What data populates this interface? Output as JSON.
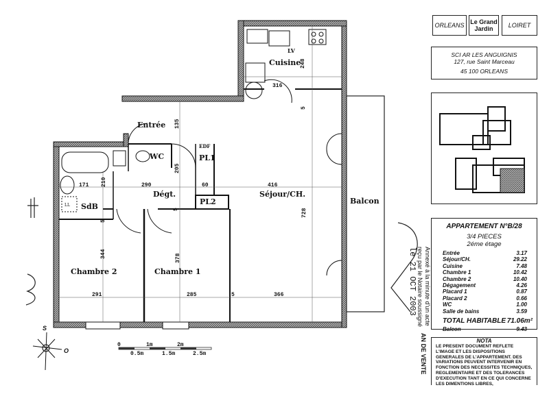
{
  "plan": {
    "rooms": {
      "entree": "Entrée",
      "wc": "WC",
      "edf": "EDF",
      "pl1": "PL1",
      "pl2": "PL2",
      "sdb": "SdB",
      "ll": "LL",
      "degt": "Dégt.",
      "sejour": "Séjour/CH.",
      "balcon": "Balcon",
      "chambre2": "Chambre 2",
      "chambre1": "Chambre 1",
      "cuisine": "Cuisine",
      "lv": "LV"
    },
    "dimensions": {
      "d248": "248",
      "d316": "316",
      "d5a": "5",
      "d135": "135",
      "d205": "205",
      "d210": "210",
      "d171": "171",
      "d290": "290",
      "d60": "60",
      "d416": "416",
      "d728": "728",
      "d5b": "5",
      "d5c": "5",
      "d344": "344",
      "d378": "378",
      "d291": "291",
      "d285": "285",
      "d5d": "5",
      "d366": "366"
    },
    "compass": {
      "north": "S",
      "east": "O"
    },
    "scale": {
      "t0": "0",
      "t1": "1m",
      "t2": "2m",
      "t05": "0.5m",
      "t15": "1.5m",
      "t25": "2.5m"
    }
  },
  "stamp": {
    "line1": "Annexé à la minute d'un acte",
    "line2": "reçu par le Notaire soussigné",
    "line3": "le 21 OCT 2003",
    "sale": "AN DE VENTE"
  },
  "header": {
    "city": "ORLEANS",
    "project": "Le Grand Jardin",
    "region": "LOIRET"
  },
  "address": {
    "company": "SCI AR LES ANGUIGNIS",
    "street": "127, rue Saint Marceau",
    "postal": "45 100  ORLEANS"
  },
  "apartment": {
    "title": "APPARTEMENT N°B/28",
    "pieces": "3/4 PIECES",
    "floor": "2éme étage",
    "areas": [
      {
        "room": "Entrée",
        "area": "3.17"
      },
      {
        "room": "Séjour/CH.",
        "area": "29.22"
      },
      {
        "room": "Cuisine",
        "area": "7.48"
      },
      {
        "room": "Chambre 1",
        "area": "10.42"
      },
      {
        "room": "Chambre 2",
        "area": "10.40"
      },
      {
        "room": "Dégagement",
        "area": "4.26"
      },
      {
        "room": "Placard 1",
        "area": "0.87"
      },
      {
        "room": "Placard 2",
        "area": "0.66"
      },
      {
        "room": "WC",
        "area": "1.00"
      },
      {
        "room": "Salle de bains",
        "area": "3.59"
      }
    ],
    "total_label": "TOTAL HABITABLE",
    "total_value": "71.06m²",
    "balcony_label": "Balcon",
    "balcony_value": "9.43"
  },
  "nota": {
    "title": "NOTA",
    "text": "LE PRESENT DOCUMENT REFLETE L'IMAGE ET LES DISPOSITIONS GENERALES DE L'APPARTEMENT. DES VARIATIONS PEUVENT INTERVENIR EN FONCTION DES NECESSITES TECHNIQUES, REGLEMENTAIRE ET DES TOLERANCES D'EXECUTION TANT EN CE QUI CONCERNE LES DIMENTIONS LIBRES,"
  }
}
